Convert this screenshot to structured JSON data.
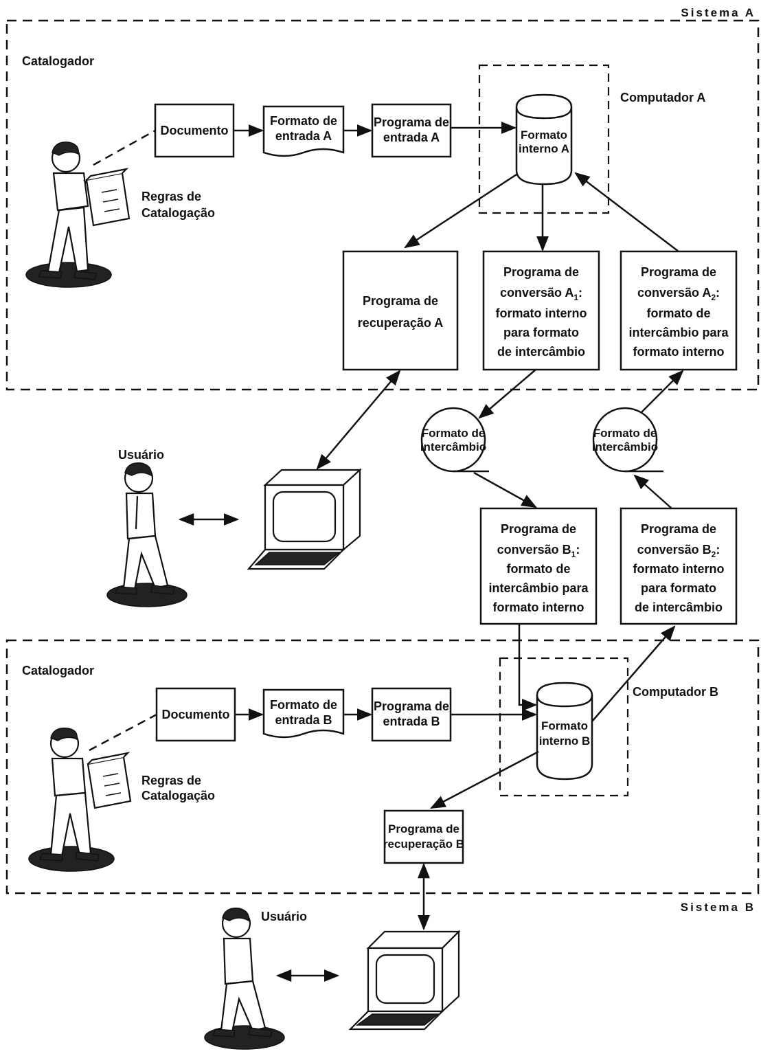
{
  "systems": {
    "a": {
      "label": "Sistema A"
    },
    "b": {
      "label": "Sistema B"
    }
  },
  "roles": {
    "cataloger_a": "Catalogador",
    "cataloger_b": "Catalogador",
    "user_a": "Usuário",
    "user_b": "Usuário"
  },
  "rules": {
    "a": [
      "Regras de",
      "Catalogação"
    ],
    "b": [
      "Regras de",
      "Catalogação"
    ]
  },
  "computers": {
    "a": "Computador A",
    "b": "Computador B"
  },
  "nodes": {
    "doc_a": [
      "Documento"
    ],
    "input_fmt_a": [
      "Formato de",
      "entrada A"
    ],
    "input_prog_a": [
      "Programa de",
      "entrada A"
    ],
    "internal_a": [
      "Formato",
      "interno A"
    ],
    "retrieval_a": [
      "Programa de",
      "recuperação A"
    ],
    "conv_a1": {
      "l1": "Programa de",
      "l2_pre": "conversão A",
      "l2_sub": "1",
      "l2_post": ":",
      "l3": "formato interno",
      "l4": "para formato",
      "l5": "de  intercâmbio"
    },
    "conv_a2": {
      "l1": "Programa de",
      "l2_pre": "conversão A",
      "l2_sub": "2",
      "l2_post": ":",
      "l3": "formato de",
      "l4": "intercâmbio para",
      "l5": "formato interno"
    },
    "exchange_left": [
      "Formato de",
      "intercâmbio"
    ],
    "exchange_right": [
      "Formato de",
      "intercâmbio"
    ],
    "conv_b1": {
      "l1": "Programa de",
      "l2_pre": "conversão B",
      "l2_sub": "1",
      "l2_post": ":",
      "l3": "formato de",
      "l4": "intercâmbio para",
      "l5": "formato interno"
    },
    "conv_b2": {
      "l1": "Programa de",
      "l2_pre": "conversão B",
      "l2_sub": "2",
      "l2_post": ":",
      "l3": "formato interno",
      "l4": "para formato",
      "l5": "de intercâmbio"
    },
    "doc_b": [
      "Documento"
    ],
    "input_fmt_b": [
      "Formato de",
      "entrada B"
    ],
    "input_prog_b": [
      "Programa de",
      "entrada B"
    ],
    "internal_b": [
      "Formato",
      "interno B"
    ],
    "retrieval_b": [
      "Programa de",
      "recuperação B"
    ]
  }
}
